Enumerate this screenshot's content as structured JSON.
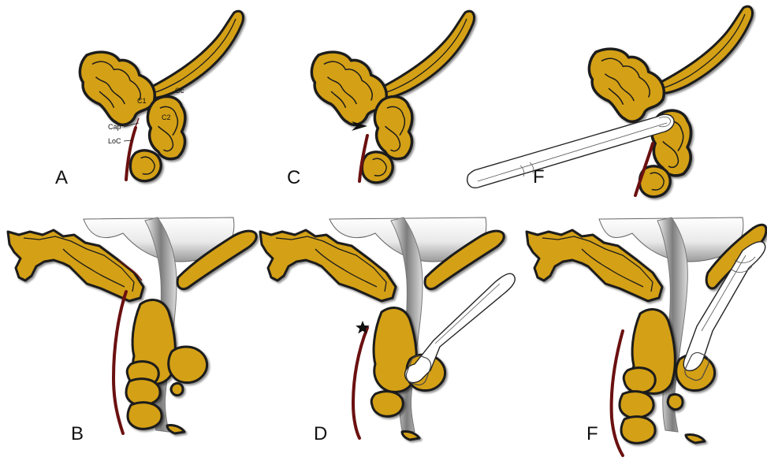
{
  "panels": {
    "A": "A",
    "B": "B",
    "C": "C",
    "D": "D",
    "E": "F",
    "F": "F"
  },
  "labels": {
    "oc": "Oc",
    "c1": "C1",
    "c2": "C2",
    "cap": "Cap",
    "loc": "LoC"
  },
  "colors": {
    "bone": "#D4A017",
    "outline": "#1a1a1a",
    "ligament": "#6b1010"
  },
  "icons": {
    "arrowhead": "arrowhead-icon",
    "star": "star-icon"
  }
}
